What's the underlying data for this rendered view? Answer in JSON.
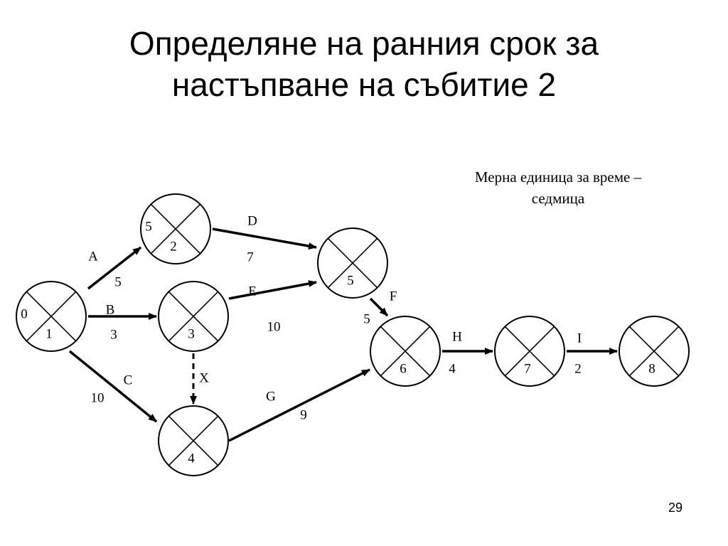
{
  "title": {
    "line1": "Определяне на ранния срок за",
    "line2": "настъпване на събитие 2"
  },
  "unit_note": {
    "line1": "Мерна единица за време –",
    "line2": "седмица"
  },
  "page_number": "29",
  "events": [
    {
      "id": "1",
      "left_value": "0"
    },
    {
      "id": "2",
      "left_value": "5"
    },
    {
      "id": "3",
      "left_value": ""
    },
    {
      "id": "4",
      "left_value": ""
    },
    {
      "id": "5",
      "left_value": ""
    },
    {
      "id": "6",
      "left_value": ""
    },
    {
      "id": "7",
      "left_value": ""
    },
    {
      "id": "8",
      "left_value": ""
    }
  ],
  "activities": [
    {
      "id": "A",
      "name": "A",
      "duration": "5",
      "from": "1",
      "to": "2",
      "dummy": false
    },
    {
      "id": "B",
      "name": "B",
      "duration": "3",
      "from": "1",
      "to": "3",
      "dummy": false
    },
    {
      "id": "C",
      "name": "C",
      "duration": "10",
      "from": "1",
      "to": "4",
      "dummy": false
    },
    {
      "id": "D",
      "name": "D",
      "duration": "7",
      "from": "2",
      "to": "5",
      "dummy": false
    },
    {
      "id": "E",
      "name": "E",
      "duration": "10",
      "from": "3",
      "to": "5",
      "dummy": false
    },
    {
      "id": "X",
      "name": "X",
      "duration": "",
      "from": "3",
      "to": "4",
      "dummy": true
    },
    {
      "id": "F",
      "name": "F",
      "duration": "5",
      "from": "5",
      "to": "6",
      "dummy": false
    },
    {
      "id": "G",
      "name": "G",
      "duration": "9",
      "from": "4",
      "to": "6",
      "dummy": false
    },
    {
      "id": "H",
      "name": "H",
      "duration": "4",
      "from": "6",
      "to": "7",
      "dummy": false
    },
    {
      "id": "I",
      "name": "I",
      "duration": "2",
      "from": "7",
      "to": "8",
      "dummy": false
    }
  ]
}
